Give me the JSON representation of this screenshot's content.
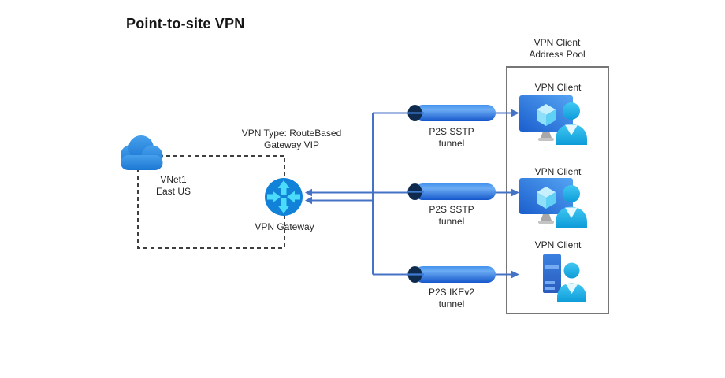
{
  "title": "Point-to-site VPN",
  "vnet": {
    "line1": "VNet1",
    "line2": "East US",
    "icon": "cloud-icon"
  },
  "gateway": {
    "type_line1": "VPN Type: RouteBased",
    "type_line2": "Gateway VIP",
    "label": "VPN Gateway",
    "icon": "vpn-gateway-icon"
  },
  "tunnels": [
    {
      "line1": "P2S SSTP",
      "line2": "tunnel",
      "icon": "tunnel-cylinder-icon"
    },
    {
      "line1": "P2S SSTP",
      "line2": "tunnel",
      "icon": "tunnel-cylinder-icon"
    },
    {
      "line1": "P2S IKEv2",
      "line2": "tunnel",
      "icon": "tunnel-cylinder-icon"
    }
  ],
  "address_pool": {
    "title_line1": "VPN Client",
    "title_line2": "Address Pool",
    "clients": [
      {
        "label": "VPN Client",
        "icon": "workstation-user-icon"
      },
      {
        "label": "VPN Client",
        "icon": "workstation-user-icon"
      },
      {
        "label": "VPN Client",
        "icon": "server-user-icon"
      }
    ]
  },
  "colors": {
    "connector_blue": "#4472c4",
    "dashed_boundary_gray": "#3f3f3f",
    "pool_border_gray": "#767676",
    "cloud_blue": "#1f7cd6",
    "gateway_circle_blue": "#1182d8",
    "gateway_arrow_cyan": "#4cdcfb",
    "tunnel_dark_cap": "#0e2b4e",
    "tunnel_body_blue": "#3a8bec",
    "person_cyan": "#1fb0e6",
    "monitor_blue": "#2f7fe3",
    "text": "#262626"
  }
}
